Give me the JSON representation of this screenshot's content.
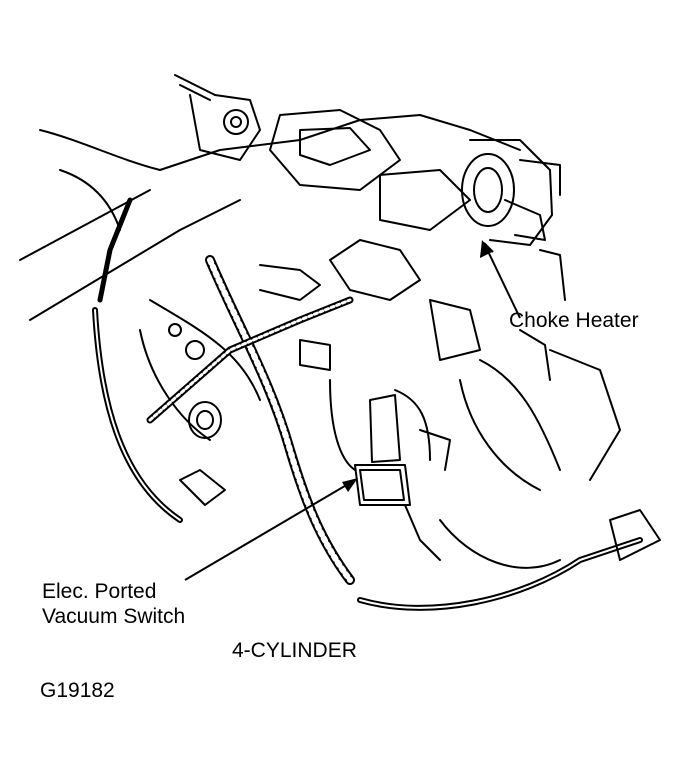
{
  "labels": {
    "choke_heater": "Choke Heater",
    "vacuum_switch_line1": "Elec. Ported",
    "vacuum_switch_line2": "Vacuum Switch",
    "engine": "4-CYLINDER",
    "figure_code": "G19182"
  },
  "colors": {
    "ink": "#000000",
    "paper": "#ffffff"
  }
}
